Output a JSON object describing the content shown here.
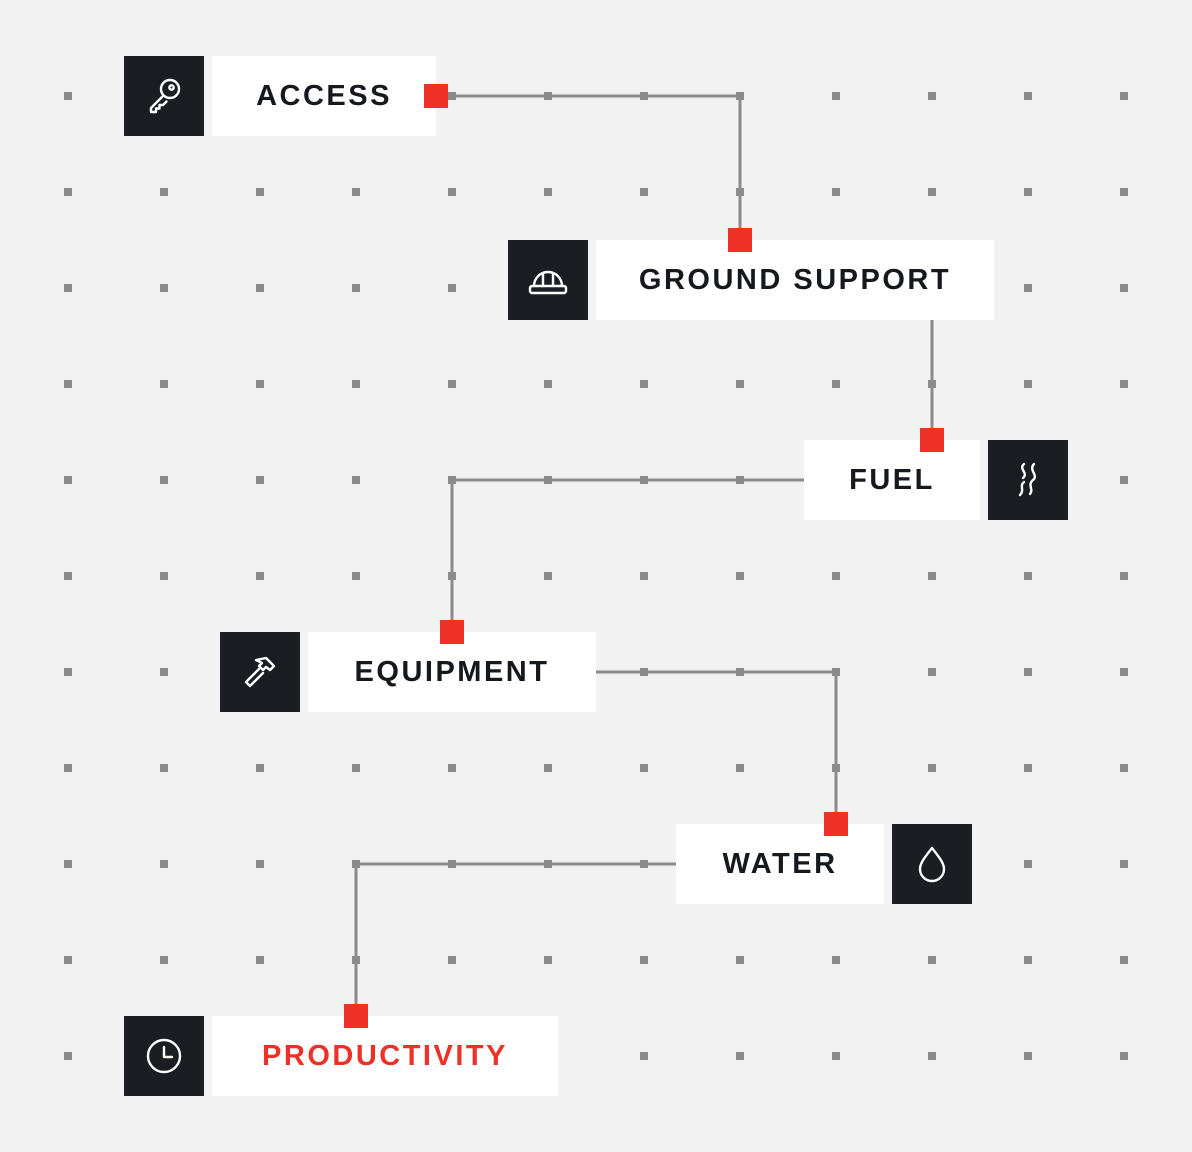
{
  "diagram": {
    "nodes": [
      {
        "id": "access",
        "label": "ACCESS",
        "icon": "key-icon",
        "accent": false
      },
      {
        "id": "ground-support",
        "label": "GROUND SUPPORT",
        "icon": "hard-hat-icon",
        "accent": false
      },
      {
        "id": "fuel",
        "label": "FUEL",
        "icon": "fumes-icon",
        "accent": false
      },
      {
        "id": "equipment",
        "label": "EQUIPMENT",
        "icon": "hammer-icon",
        "accent": false
      },
      {
        "id": "water",
        "label": "WATER",
        "icon": "water-drop-icon",
        "accent": false
      },
      {
        "id": "productivity",
        "label": "PRODUCTIVITY",
        "icon": "clock-icon",
        "accent": true
      }
    ],
    "edges": [
      {
        "from": "access",
        "to": "ground-support"
      },
      {
        "from": "ground-support",
        "to": "fuel"
      },
      {
        "from": "fuel",
        "to": "equipment"
      },
      {
        "from": "equipment",
        "to": "water"
      },
      {
        "from": "water",
        "to": "productivity"
      }
    ],
    "colors": {
      "background": "#f2f2f2",
      "node_box": "#ffffff",
      "icon_box": "#1a1d21",
      "text": "#15181c",
      "accent": "#ee3127",
      "connector": "#8a8a8a",
      "grid_dot": "#8a8a8a"
    }
  }
}
